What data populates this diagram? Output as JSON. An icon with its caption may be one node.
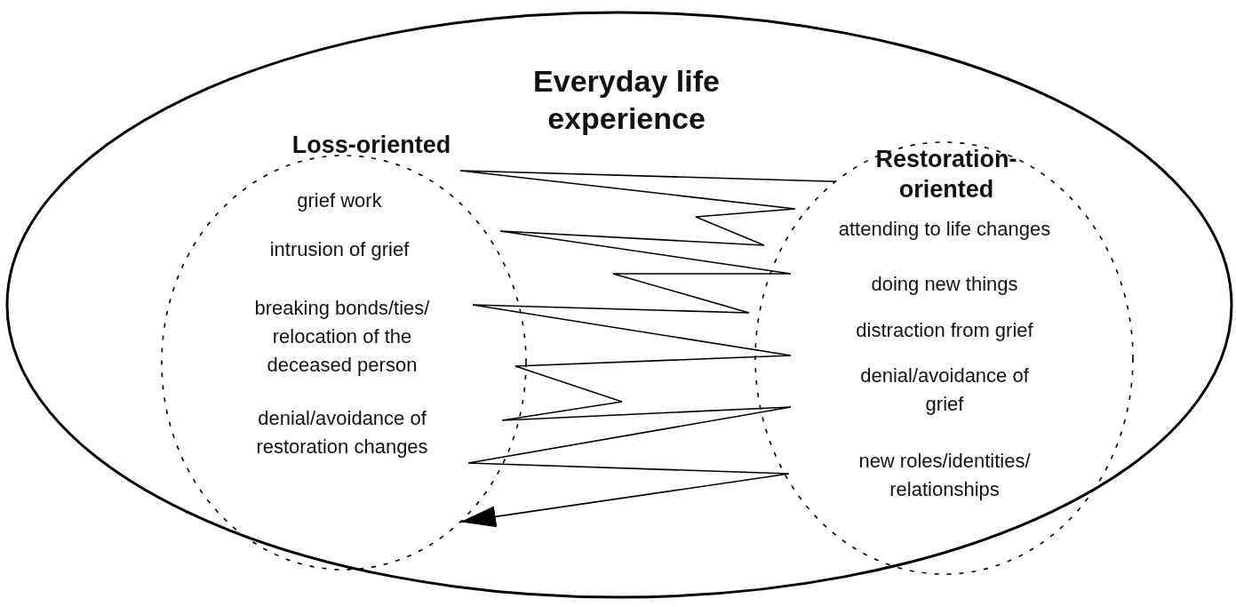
{
  "diagram": {
    "nodes": [
      {
        "text": [
          "Everyday life experience"
        ]
      },
      {
        "text": [
          "Loss-oriented",
          "grief work",
          "intrusion of grief",
          "breaking bonds/ties/ relocation of the deceased person",
          "denial/avoidance of restoration changes"
        ],
        "in": 0
      },
      {
        "text": [
          "Restoration-oriented",
          "attending to life changes",
          "doing new things",
          "distraction from grief",
          "denial/avoidance of grief",
          "new roles/identities/ relationships"
        ],
        "in": 0
      }
    ],
    "edges": [
      {
        "from": 2,
        "to": 1,
        "arrow": "to"
      }
    ]
  }
}
